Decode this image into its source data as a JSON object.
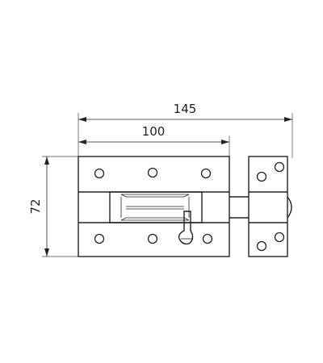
{
  "dimensions": {
    "overall_width": "145",
    "plate_width": "100",
    "height": "72"
  }
}
